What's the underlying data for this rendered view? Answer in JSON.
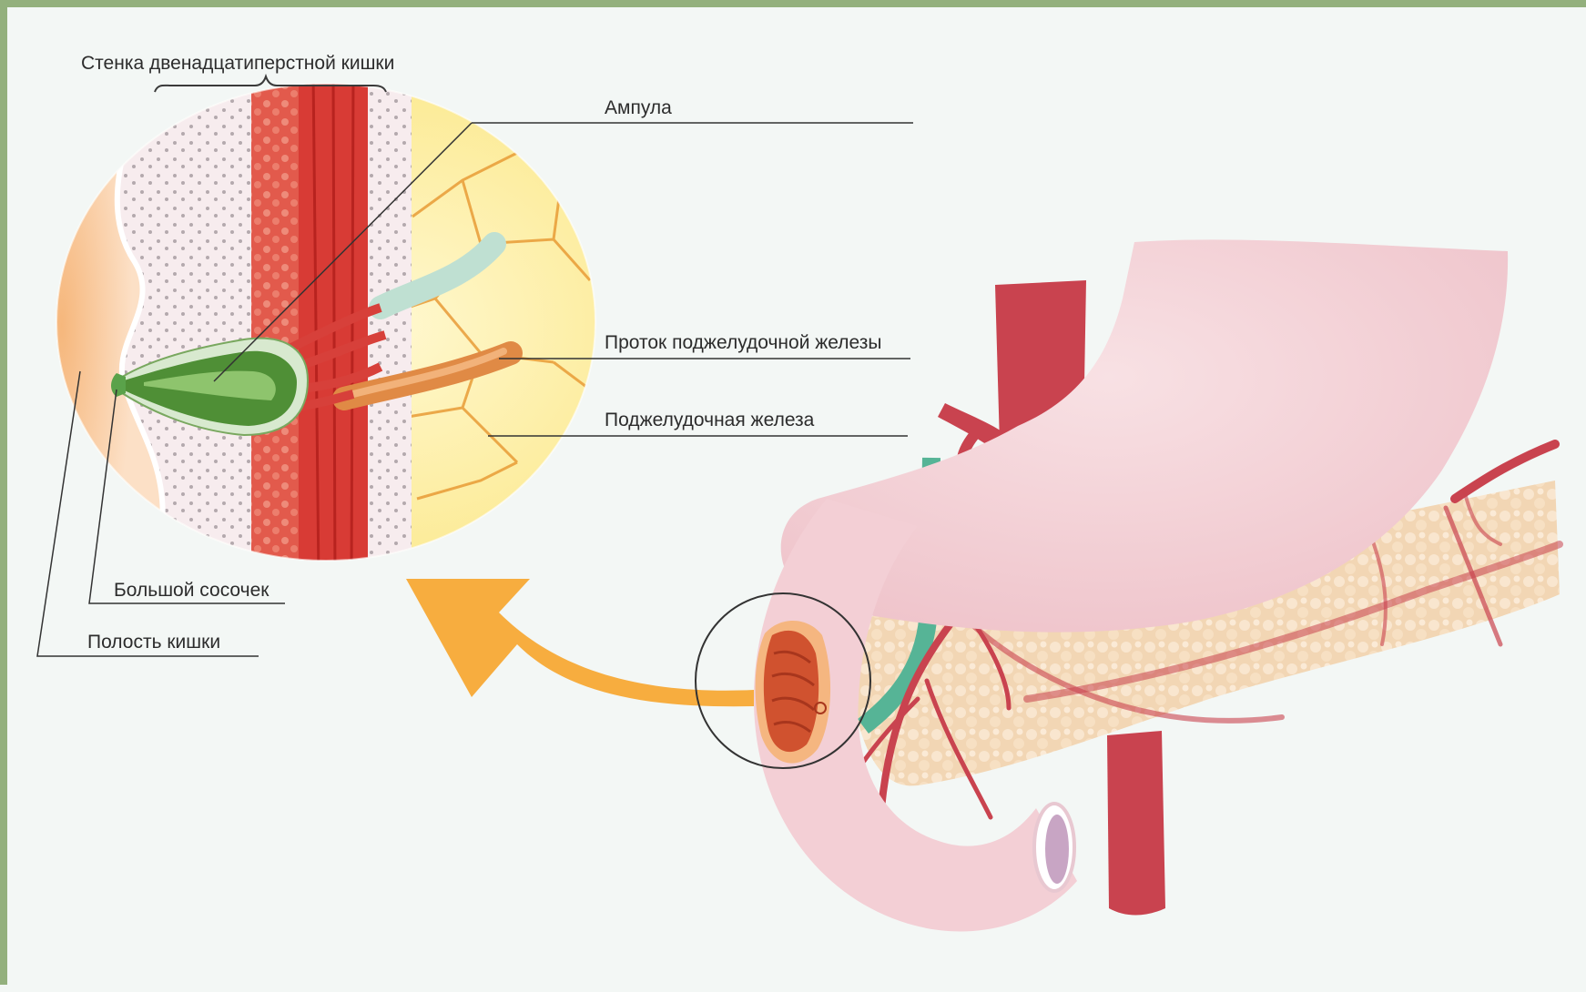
{
  "labels": {
    "duodenal_wall": "Стенка двенадцатиперстной кишки",
    "ampulla": "Ампула",
    "pancreatic_duct": "Проток поджелудочной железы",
    "pancreas": "Поджелудочная железа",
    "major_papilla": "Большой сосочек",
    "intestinal_lumen": "Полость кишки"
  },
  "colors": {
    "background": "#f3f7f5",
    "frame": "#93b07d",
    "artery": "#c9434f",
    "stomach": "#f2cdd3",
    "pancreas": "#f3dcc0",
    "bile_duct": "#56b496",
    "arrow": "#f7ad3f",
    "ampulla": "#4f8f36",
    "muscle": "#d8453a"
  }
}
